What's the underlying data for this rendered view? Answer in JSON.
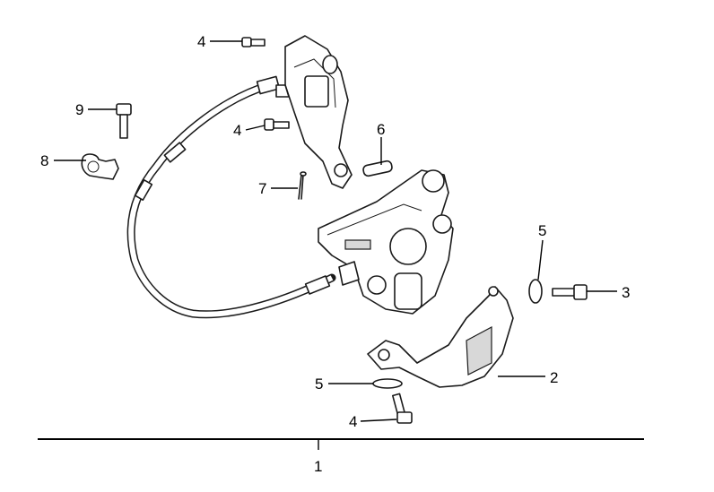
{
  "callouts": {
    "c1": "1",
    "c2": "2",
    "c3": "3",
    "c4a": "4",
    "c4b": "4",
    "c4c": "4",
    "c5a": "5",
    "c5b": "5",
    "c6": "6",
    "c7": "7",
    "c8": "8",
    "c9": "9"
  },
  "colors": {
    "line": "#1a1a1a",
    "background": "#ffffff"
  }
}
